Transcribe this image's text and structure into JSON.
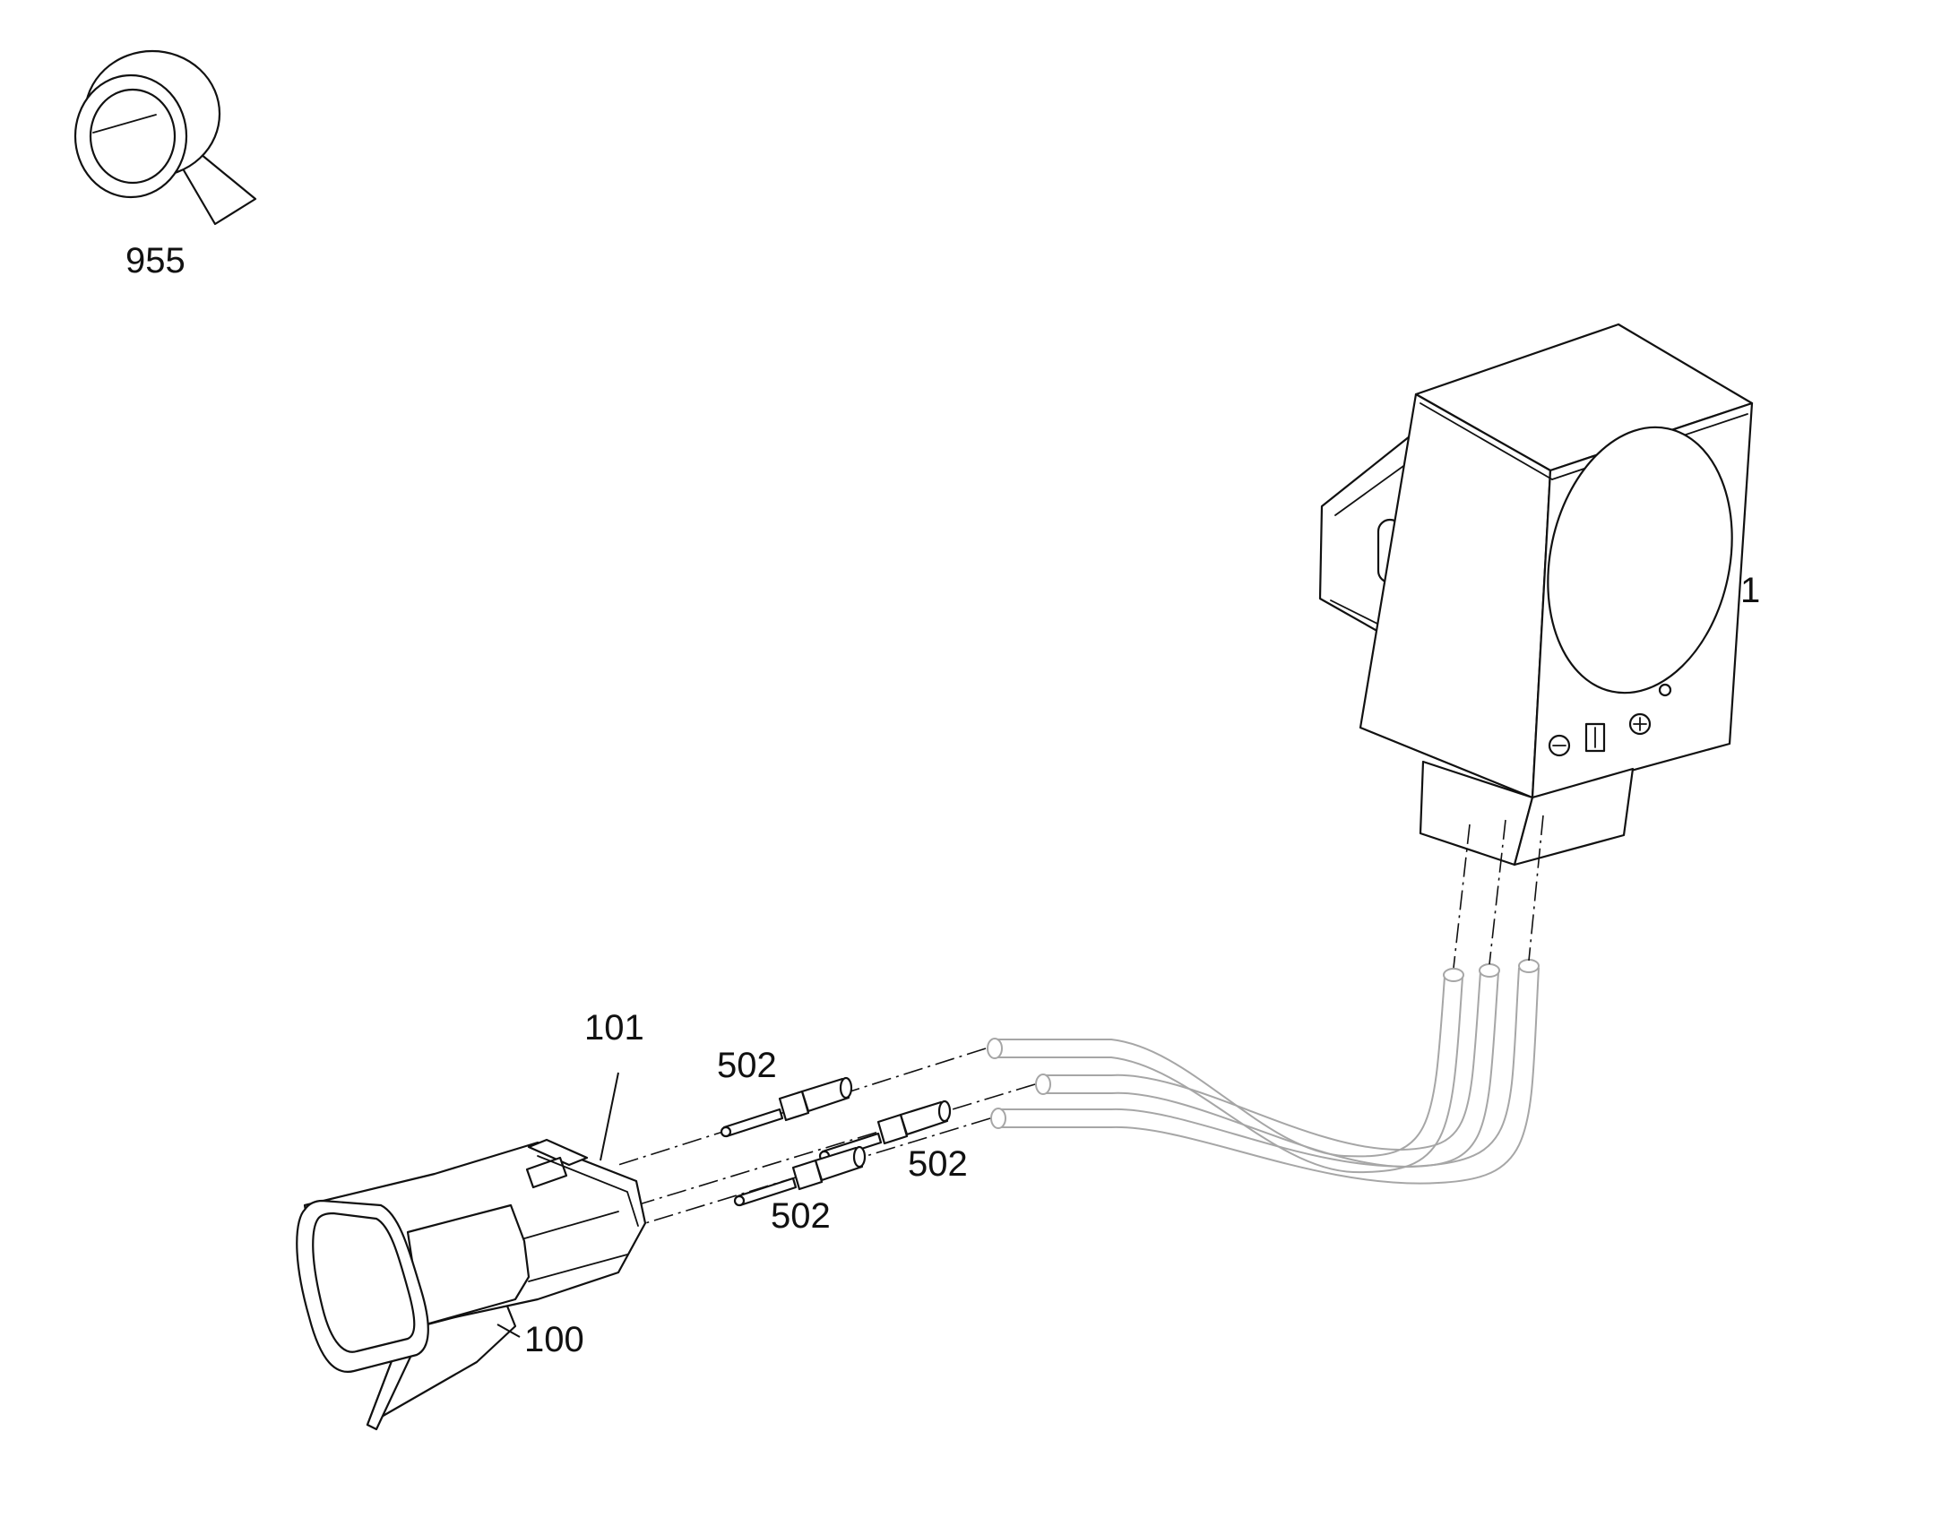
{
  "callouts": {
    "tape": "955",
    "sensor": "1",
    "housing_seal": "101",
    "housing": "100",
    "pin_top": "502",
    "pin_middle": "502",
    "pin_bottom": "502"
  },
  "colors": {
    "line": "#111111",
    "wire": "#a6a6a6",
    "background": "#ffffff"
  }
}
